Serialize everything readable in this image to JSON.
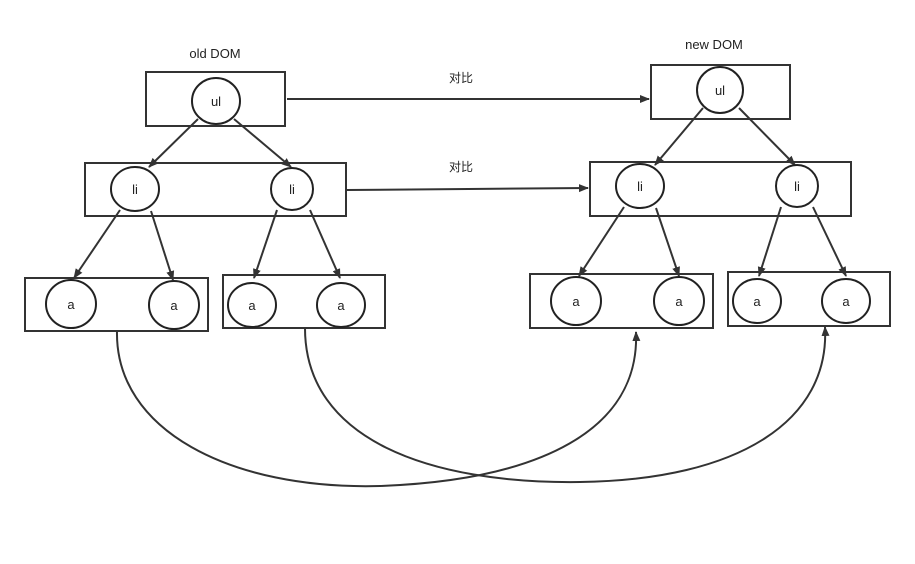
{
  "captions": {
    "old_dom": "old DOM",
    "new_dom": "new DOM"
  },
  "compare_labels": {
    "ul": "对比",
    "li": "对比"
  },
  "nodes": {
    "ul": "ul",
    "li": "li",
    "a": "a"
  }
}
